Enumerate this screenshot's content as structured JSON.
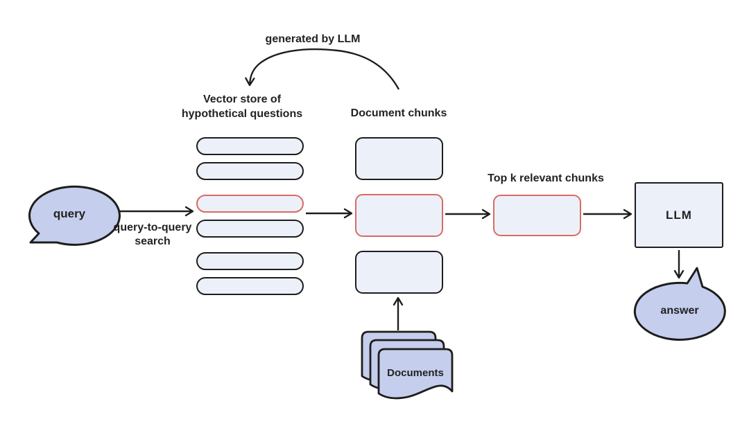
{
  "colors": {
    "background": "#ffffff",
    "node_fill": "#ecf0f9",
    "bubble_fill": "#c5ceec",
    "outline": "#1d1d1d",
    "highlight_red": "#d96a64",
    "text": "#222222"
  },
  "nodes": {
    "query_bubble": {
      "label": "query"
    },
    "vector_store": {
      "label_line1": "Vector store of",
      "label_line2": "hypothetical questions",
      "pill_count": 6,
      "highlighted_pill_index": 3
    },
    "document_chunks": {
      "label": "Document chunks",
      "chunk_count": 3,
      "highlighted_chunk_index": 2
    },
    "top_k_chunk": {
      "label": "Top k relevant chunks"
    },
    "llm_box": {
      "label": "LLM"
    },
    "answer_bubble": {
      "label": "answer"
    },
    "documents_stack": {
      "label": "Documents",
      "count": 3
    }
  },
  "edges": {
    "generated_by_llm": {
      "label": "generated by LLM"
    },
    "query_to_query": {
      "label_line1": "query-to-query",
      "label_line2": "search"
    }
  }
}
